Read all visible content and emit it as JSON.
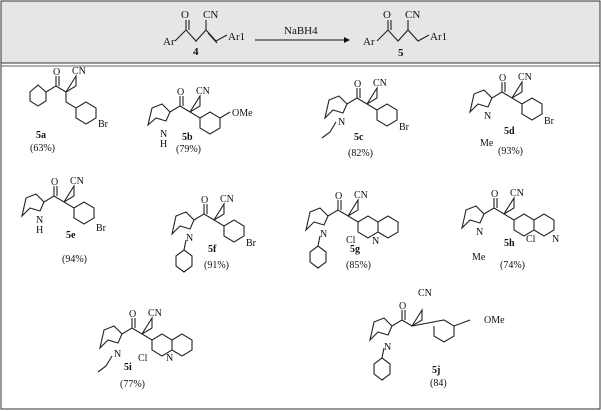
{
  "scheme": {
    "reactant": {
      "label": "4",
      "groups": {
        "o": "O",
        "cn": "CN",
        "ar": "Ar",
        "ar1": "Ar1"
      }
    },
    "reagent": "NaBH4",
    "product": {
      "label": "5",
      "groups": {
        "o": "O",
        "cn": "CN",
        "ar": "Ar",
        "ar1": "Ar1"
      }
    }
  },
  "compounds": [
    {
      "id": "5a",
      "yield": "(63%)",
      "aryl": "Br"
    },
    {
      "id": "5b",
      "yield": "(79%)",
      "aryl": "OMe",
      "nh": "H",
      "n": "N"
    },
    {
      "id": "5c",
      "yield": "(82%)",
      "aryl": "Br",
      "n": "N"
    },
    {
      "id": "5d",
      "yield": "(93%)",
      "aryl": "Br",
      "n": "N",
      "nsub": "Me"
    },
    {
      "id": "5e",
      "yield": "(94%)",
      "aryl": "Br",
      "nh": "H",
      "n": "N"
    },
    {
      "id": "5f",
      "yield": "(91%)",
      "aryl": "Br",
      "n": "N"
    },
    {
      "id": "5g",
      "yield": "(85%)",
      "quin_cl": "Cl",
      "quin_n": "N",
      "n": "N"
    },
    {
      "id": "5h",
      "yield": "(74%)",
      "quin_cl": "Cl",
      "quin_n": "N",
      "n": "N",
      "nsub": "Me"
    },
    {
      "id": "5i",
      "yield": "(77%)",
      "quin_cl": "Cl",
      "quin_n": "N",
      "n": "N"
    },
    {
      "id": "5j",
      "yield": "(84)",
      "aryl": "OMe",
      "n": "N"
    }
  ],
  "common": {
    "o": "O",
    "cn": "CN"
  }
}
